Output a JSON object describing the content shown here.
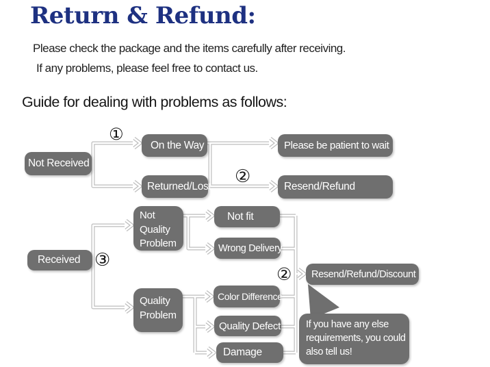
{
  "header": {
    "title": "Return & Refund:",
    "intro_line1": "Please check the package and the items carefully after receiving.",
    "intro_line2": "If any problems, please feel free to contact us.",
    "guide_heading": "Guide for dealing with problems as follows:"
  },
  "markers": {
    "step1": "①",
    "step2": "②",
    "step3": "③"
  },
  "nodes": {
    "not_received": "Not Received",
    "on_the_way": "On the Way",
    "returned_lost": "Returned/Lost",
    "be_patient": "Please be patient to wait",
    "resend_refund": "Resend/Refund",
    "received": "Received",
    "not_quality_problem": "Not Quality Problem",
    "not_fit": "Not fit",
    "wrong_delivery": "Wrong Delivery",
    "quality_problem": "Quality Problem",
    "color_difference": "Color Difference",
    "quality_defect": "Quality Defect",
    "damage": "Damage",
    "resend_refund_discount": "Resend/Refund/Discount",
    "note_bubble": "If you have any else requirements, you could also tell us!"
  },
  "flow": {
    "edges": [
      [
        "not_received",
        "on_the_way"
      ],
      [
        "not_received",
        "returned_lost"
      ],
      [
        "on_the_way",
        "be_patient"
      ],
      [
        "on_the_way",
        "resend_refund"
      ],
      [
        "returned_lost",
        "resend_refund"
      ],
      [
        "received",
        "not_quality_problem"
      ],
      [
        "received",
        "quality_problem"
      ],
      [
        "not_quality_problem",
        "not_fit"
      ],
      [
        "not_quality_problem",
        "wrong_delivery"
      ],
      [
        "quality_problem",
        "color_difference"
      ],
      [
        "quality_problem",
        "quality_defect"
      ],
      [
        "quality_problem",
        "damage"
      ],
      [
        "not_fit",
        "resend_refund_discount"
      ],
      [
        "wrong_delivery",
        "resend_refund_discount"
      ],
      [
        "color_difference",
        "resend_refund_discount"
      ],
      [
        "quality_defect",
        "resend_refund_discount"
      ],
      [
        "damage",
        "resend_refund_discount"
      ],
      [
        "resend_refund_discount",
        "note_bubble"
      ]
    ],
    "marker_placement": {
      "step1": "arrow to On the Way",
      "step2": "arrows to Resend/Refund and Resend/Refund/Discount",
      "step3": "branch from Received"
    }
  },
  "colors": {
    "title": "#1e3181",
    "body_text": "#1f1f1f",
    "node_bg": "#6f6f6f",
    "node_text": "#ffffff",
    "connector": "#bcbcbc",
    "background": "#ffffff"
  }
}
